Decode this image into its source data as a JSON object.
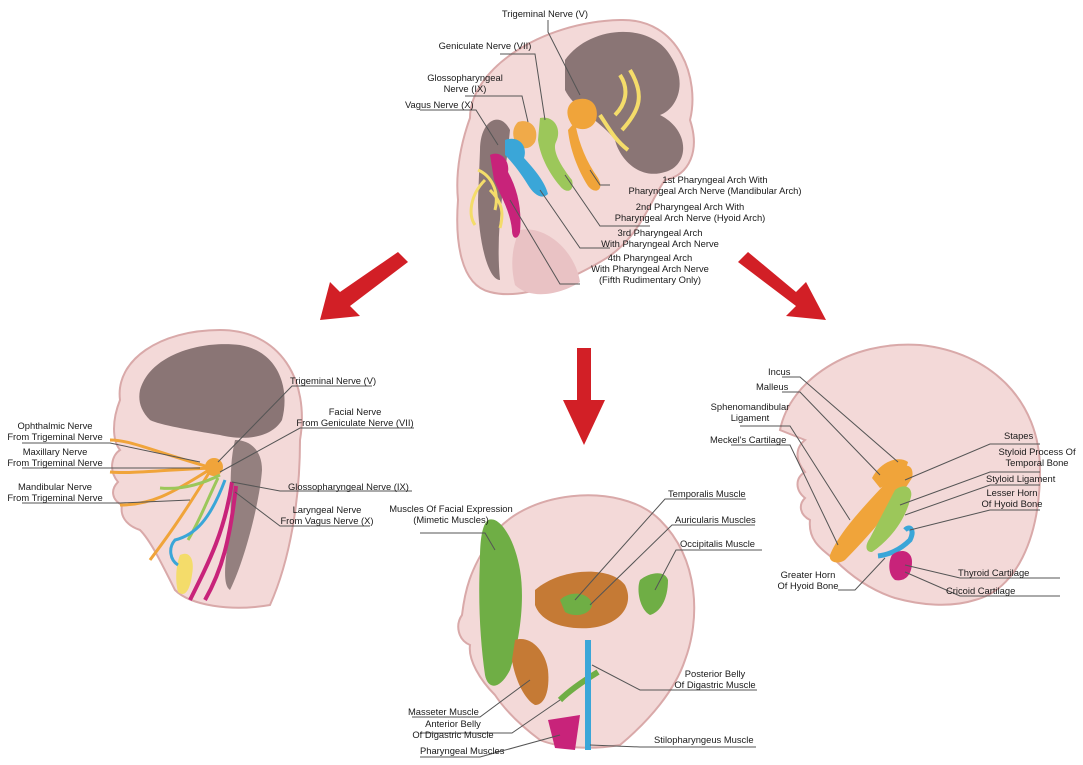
{
  "colors": {
    "arrow": "#d21f26",
    "skin": "#f3d9d8",
    "skin_shadow": "#d9a9a9",
    "brain": "#8a7575",
    "leader": "#555555",
    "orange": "#f0a43a",
    "yellow": "#f4dc6a",
    "green": "#9cc75a",
    "blue": "#3aa6d8",
    "magenta": "#c8237a",
    "muscle_green": "#6fae45",
    "muscle_brown": "#c57a35"
  },
  "embryo": {
    "trigeminal": "Trigeminal Nerve (V)",
    "geniculate": "Geniculate Nerve (VII)",
    "glossopharyngeal": [
      "Glossopharyngeal",
      "Nerve (IX)"
    ],
    "vagus": "Vagus Nerve (X)",
    "arch1": [
      "1st Pharyngeal Arch With",
      "Pharyngeal Arch Nerve (Mandibular Arch)"
    ],
    "arch2": [
      "2nd Pharyngeal Arch With",
      "Pharyngeal Arch Nerve (Hyoid Arch)"
    ],
    "arch3": [
      "3rd Pharyngeal Arch",
      "With Pharyngeal Arch Nerve"
    ],
    "arch4": [
      "4th Pharyngeal Arch",
      "With Pharyngeal Arch Nerve",
      "(Fifth Rudimentary Only)"
    ]
  },
  "nerves": {
    "trigeminal": "Trigeminal Nerve (V)",
    "facial": [
      "Facial Nerve",
      "From Geniculate Nerve (VII)"
    ],
    "ophthalmic": [
      "Ophthalmic Nerve",
      "From Trigeminal Nerve"
    ],
    "maxillary": [
      "Maxillary Nerve",
      "From Trigeminal Nerve"
    ],
    "mandibular": [
      "Mandibular Nerve",
      "From Trigeminal Nerve"
    ],
    "glossopharyngeal": "Glossopharyngeal Nerve (IX)",
    "laryngeal": [
      "Laryngeal Nerve",
      "From Vagus Nerve (X)"
    ]
  },
  "muscles": {
    "facial_expression": [
      "Muscles Of Facial Expression",
      "(Mimetic Muscles)"
    ],
    "temporalis": "Temporalis Muscle",
    "auricularis": "Auricularis Muscles",
    "occipitalis": "Occipitalis Muscle",
    "posterior_digastric": [
      "Posterior Belly",
      "Of Digastric Muscle"
    ],
    "masseter": "Masseter Muscle",
    "anterior_digastric": [
      "Anterior Belly",
      "Of Digastric Muscle"
    ],
    "pharyngeal": "Pharyngeal Muscles",
    "stylopharyngeus": "Stilopharyngeus Muscle"
  },
  "skeleton": {
    "incus": "Incus",
    "malleus": "Malleus",
    "sphenomandibular": [
      "Sphenomandibular",
      "Ligament"
    ],
    "meckels": "Meckel's Cartilage",
    "stapes": "Stapes",
    "styloid_process": [
      "Styloid Process Of",
      "Temporal Bone"
    ],
    "styloid_ligament": "Styloid Ligament",
    "lesser_horn": [
      "Lesser Horn",
      "Of Hyoid Bone"
    ],
    "greater_horn": [
      "Greater Horn",
      "Of Hyoid Bone"
    ],
    "thyroid": "Thyroid Cartilage",
    "cricoid": "Cricoid Cartilage"
  }
}
